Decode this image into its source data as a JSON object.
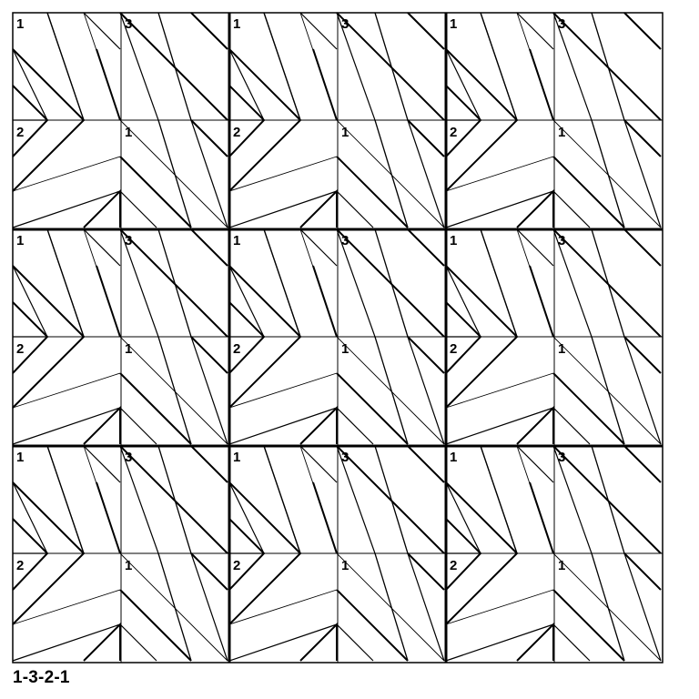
{
  "caption": "1-3-2-1",
  "grid": {
    "super_rows": 3,
    "super_cols": 3
  },
  "cell_labels": [
    "1",
    "3",
    "2",
    "1"
  ]
}
